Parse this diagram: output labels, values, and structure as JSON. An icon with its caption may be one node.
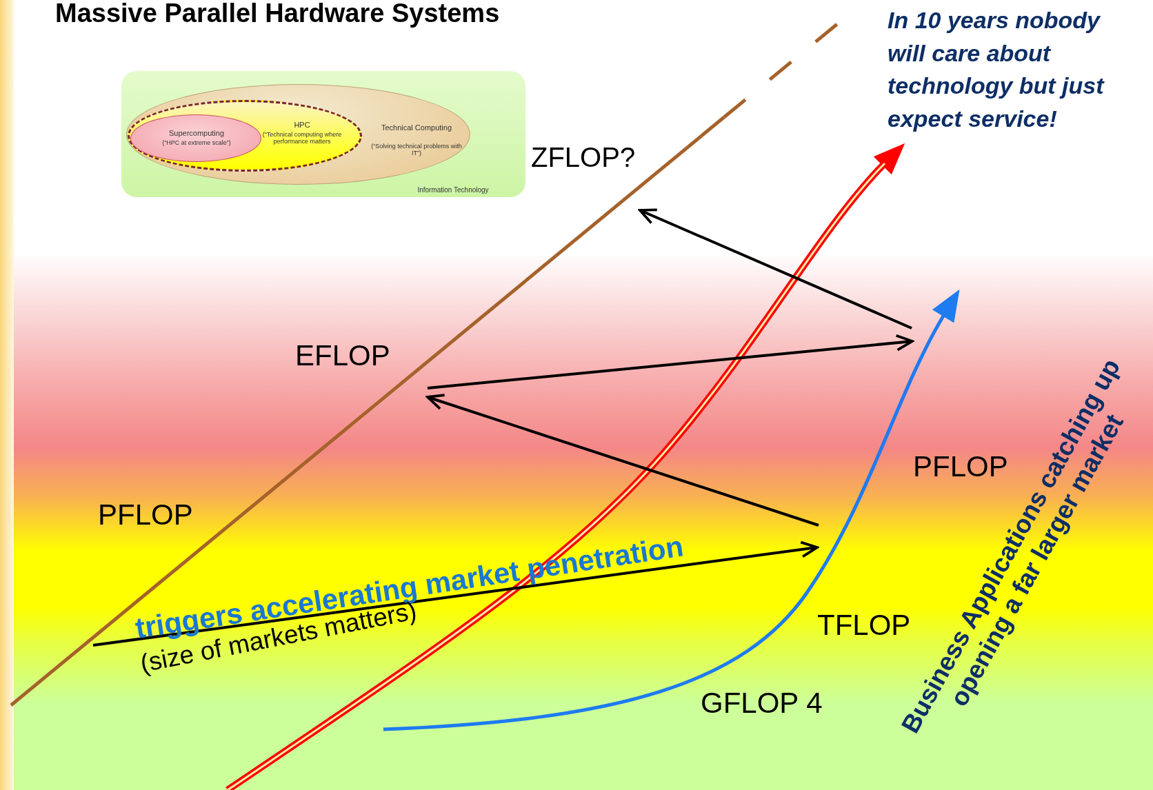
{
  "diagram": {
    "title": "Massive Parallel Hardware Systems",
    "nodes": [
      {
        "text": [
          "Information Technology"
        ]
      },
      {
        "text": [
          "Technical Computing",
          "(“Solving technical problems with IT”)"
        ],
        "in": 0
      },
      {
        "text": [
          "HPC",
          "(“Technical computing where performance matters"
        ],
        "in": 1
      },
      {
        "text": [
          "Supercomputing",
          "(“HPC at extreme scale”)"
        ],
        "in": 2
      }
    ],
    "labels": [
      "In 10 years nobody will care about technology but just expect service!",
      "ZFLOP?",
      "EFLOP",
      "PFLOP",
      "PFLOP",
      "triggers accelerating market penetration",
      "(size of markets matters)",
      "TFLOP",
      "GFLOP 4",
      "Business Applications catching up opening a far larger market"
    ]
  }
}
